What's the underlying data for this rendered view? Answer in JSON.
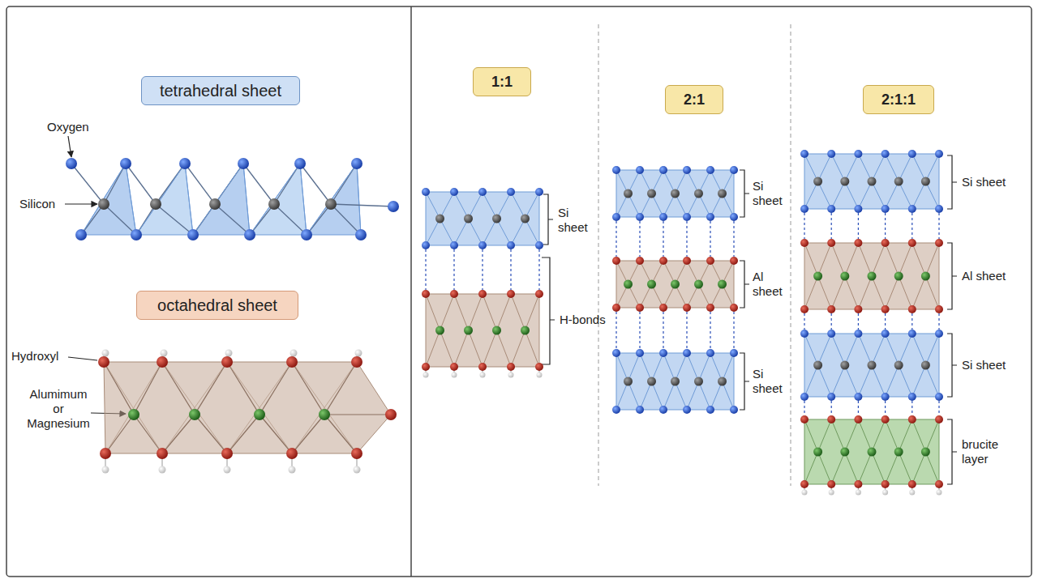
{
  "diagram": {
    "nodes": [
      {
        "text": [
          "tetrahedral sheet"
        ]
      },
      {
        "text": [
          "octahedral sheet"
        ]
      },
      {
        "text": [
          "1:1"
        ]
      },
      {
        "text": [
          "2:1"
        ]
      },
      {
        "text": [
          "2:1:1"
        ]
      }
    ],
    "labels": [
      "Oxygen",
      "Silicon",
      "Hydroxyl",
      "Alumimum or Magnesium",
      "Si sheet",
      "H-bonds",
      "Si sheet",
      "Al sheet",
      "Si sheet",
      "Si sheet",
      "Al sheet",
      "Si sheet",
      "brucite layer"
    ]
  }
}
